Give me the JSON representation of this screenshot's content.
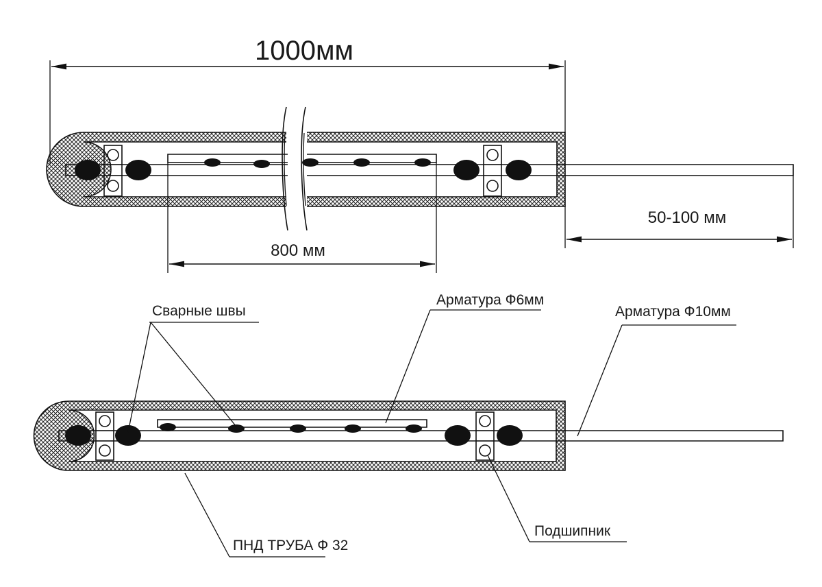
{
  "dimensions": {
    "total_length": "1000мм",
    "inner_rod_length": "800 мм",
    "protrusion": "50-100 мм"
  },
  "callouts": {
    "welds": "Сварные швы",
    "rebar_6": "Арматура Ф6мм",
    "rebar_10": "Арматура Ф10мм",
    "pipe": "ПНД ТРУБА Ф 32",
    "bearing": "Подшипник"
  },
  "icons": {
    "bearing": "bearing-icon",
    "weld": "weld-icon"
  },
  "colors": {
    "ink": "#111111",
    "hatch": "#111111",
    "background": "#ffffff"
  }
}
